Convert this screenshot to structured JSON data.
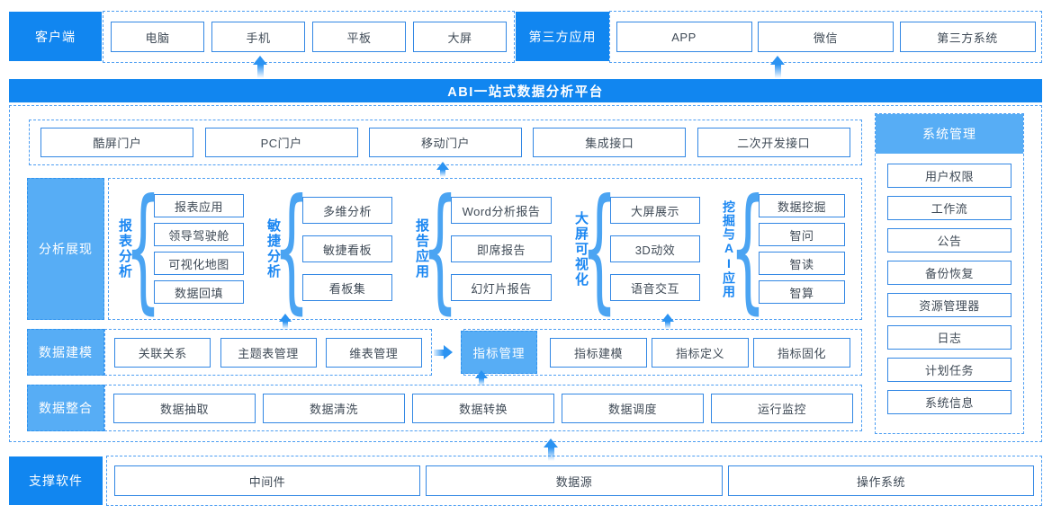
{
  "top": {
    "client": {
      "label": "客户端",
      "items": [
        "电脑",
        "手机",
        "平板",
        "大屏"
      ]
    },
    "third_party": {
      "label": "第三方应用",
      "items": [
        "APP",
        "微信",
        "第三方系统"
      ]
    }
  },
  "banner": {
    "title": "ABI一站式数据分析平台"
  },
  "platform": {
    "portals": [
      "酷屏门户",
      "PC门户",
      "移动门户",
      "集成接口",
      "二次开发接口"
    ],
    "analysis": {
      "label": "分析展现",
      "groups": [
        {
          "name": "报表分析",
          "items": [
            "报表应用",
            "领导驾驶舱",
            "可视化地图",
            "数据回填"
          ]
        },
        {
          "name": "敏捷分析",
          "items": [
            "多维分析",
            "敏捷看板",
            "看板集"
          ]
        },
        {
          "name": "报告应用",
          "items": [
            "Word分析报告",
            "即席报告",
            "幻灯片报告"
          ]
        },
        {
          "name": "大屏可视化",
          "items": [
            "大屏展示",
            "3D动效",
            "语音交互"
          ]
        },
        {
          "name": "挖掘与AI应用",
          "items": [
            "数据挖掘",
            "智问",
            "智读",
            "智算"
          ]
        }
      ]
    },
    "modeling": {
      "label": "数据建模",
      "left_items": [
        "关联关系",
        "主题表管理",
        "维表管理"
      ],
      "highlight": "指标管理",
      "right_items": [
        "指标建模",
        "指标定义",
        "指标固化"
      ]
    },
    "integration": {
      "label": "数据整合",
      "items": [
        "数据抽取",
        "数据清洗",
        "数据转换",
        "数据调度",
        "运行监控"
      ]
    },
    "system": {
      "label": "系统管理",
      "items": [
        "用户权限",
        "工作流",
        "公告",
        "备份恢复",
        "资源管理器",
        "日志",
        "计划任务",
        "系统信息"
      ]
    }
  },
  "support": {
    "label": "支撑软件",
    "items": [
      "中间件",
      "数据源",
      "操作系统"
    ]
  },
  "glyphs": {
    "brace": "{"
  },
  "colors": {
    "primary": "#1186f0",
    "light_blue": "#57adf5",
    "box_border": "#3287e4",
    "dashed_border": "#4d9ef2",
    "accent_text": "#1b87f2",
    "box_text": "#3f4a56"
  }
}
